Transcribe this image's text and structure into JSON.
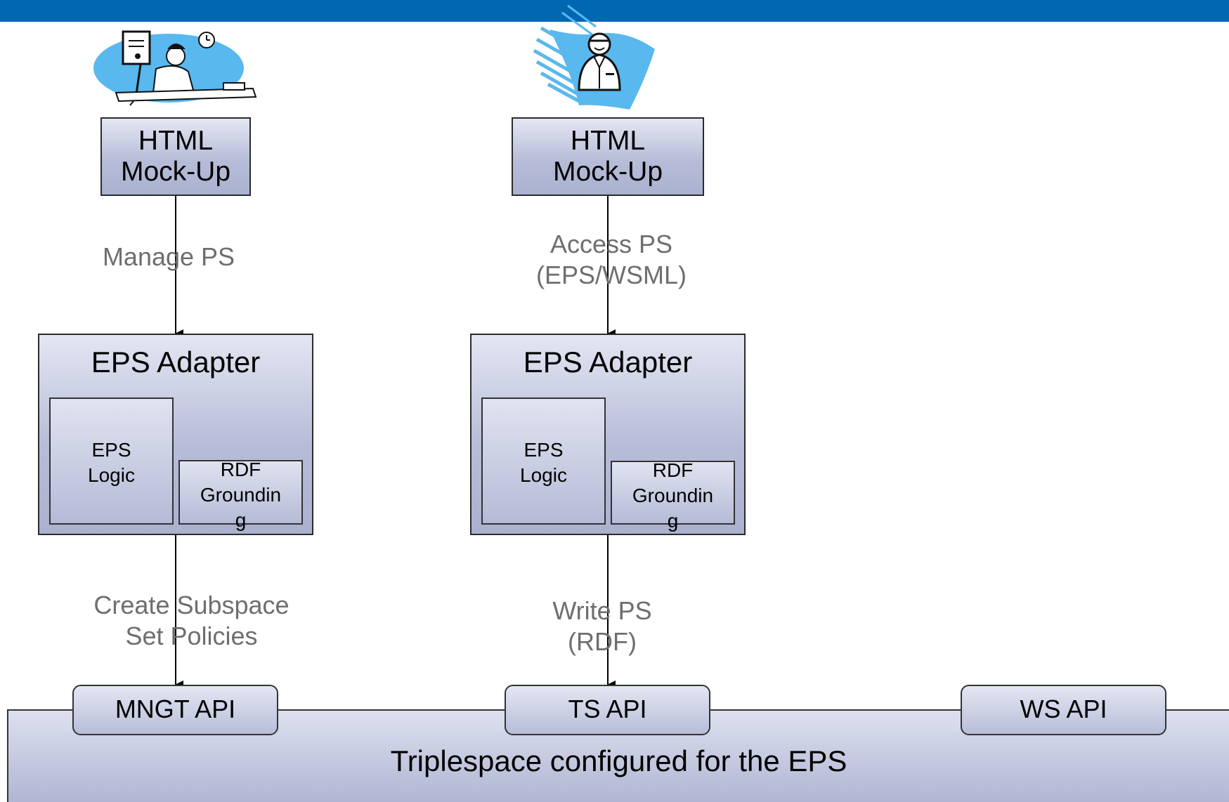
{
  "colors": {
    "top_bar": "#0068b3",
    "box_fill_light": "#e3e6f2",
    "box_fill_dark": "#aab1d0",
    "edge_label": "#6e6e6e",
    "clipart_blue": "#59b8ee"
  },
  "left_column": {
    "icon": "office-worker-at-desk-icon",
    "mockup_label": "HTML\nMock-Up",
    "edge_top_label": "Manage PS",
    "adapter": {
      "title": "EPS Adapter",
      "logic_label": "EPS\nLogic",
      "rdf_label": "RDF\nGroundin\ng"
    },
    "edge_bottom_label": "Create Subspace\nSet Policies"
  },
  "middle_column": {
    "icon": "professional-person-icon",
    "mockup_label": "HTML\nMock-Up",
    "edge_top_label": "Access PS\n(EPS/WSML)",
    "adapter": {
      "title": "EPS Adapter",
      "logic_label": "EPS\nLogic",
      "rdf_label": "RDF\nGroundin\ng"
    },
    "edge_bottom_label": "Write PS\n(RDF)"
  },
  "apis": {
    "mngt": "MNGT API",
    "ts": "TS API",
    "ws": "WS API"
  },
  "triplespace_label": "Triplespace configured for the EPS"
}
